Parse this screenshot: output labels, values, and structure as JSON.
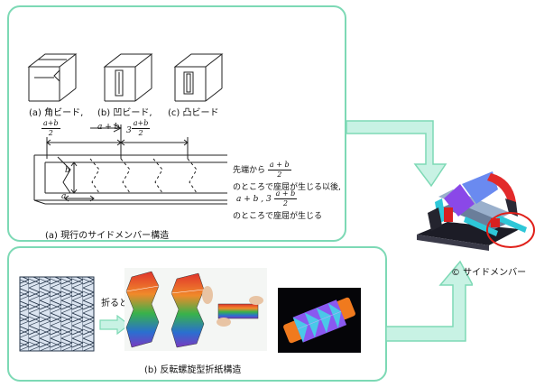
{
  "panel_a": {
    "bead_labels": {
      "a": "(a) 角ビード,",
      "b": "(b) 凹ビード,",
      "c": "(c) 凸ビード"
    },
    "dims": {
      "top_left_num": "a+b",
      "top_left_den": "2",
      "top_mid": "a + b",
      "top_right_coef": "3",
      "top_right_num": "a+b",
      "top_right_den": "2",
      "b": "b",
      "a": "a"
    },
    "notes": {
      "line1_prefix": "先端から",
      "line1_num": "a + b",
      "line1_den": "2",
      "line2": "のところで座屈が生じる以後,",
      "line3_prefix": "a + b , 3",
      "line3_num": "a + b",
      "line3_den": "2",
      "line4": "のところで座屈が生じる"
    },
    "caption": "(a) 現行のサイドメンバー構造"
  },
  "panel_b": {
    "fold_label": "折ると",
    "caption": "(b) 反転螺旋型折紙構造"
  },
  "right": {
    "caption": "© サイドメンバー"
  },
  "colors": {
    "panel_border": "#7dd9b5",
    "arrow_fill": "#c8f2e4",
    "arrow_stroke": "#7dd9b5",
    "highlight_ring": "#e0201a",
    "origami_tile": "#dbe4f0"
  }
}
